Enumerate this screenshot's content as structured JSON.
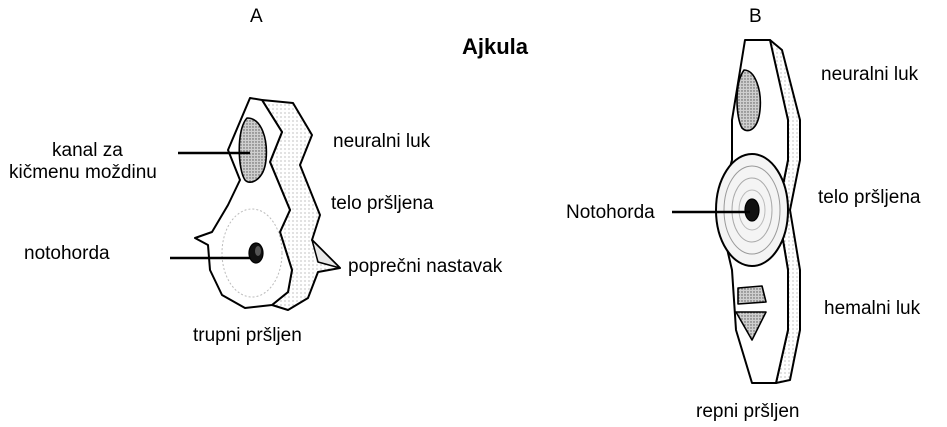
{
  "title": "Ajkula",
  "panels": {
    "a": {
      "letter": "A",
      "caption": "trupni pršljen",
      "labels": {
        "kanal_line1": "kanal za",
        "kanal_line2": "kičmenu moždinu",
        "notohorda": "notohorda",
        "neuralni_luk": "neuralni luk",
        "telo_prsljena": "telo pršljena",
        "poprecni_nastavak": "poprečni nastavak"
      }
    },
    "b": {
      "letter": "B",
      "caption": "repni pršljen",
      "labels": {
        "neuralni_luk": "neuralni luk",
        "notohorda": "Notohorda",
        "telo_prsljena": "telo pršljena",
        "hemalni_luk": "hemalni luk"
      }
    }
  }
}
